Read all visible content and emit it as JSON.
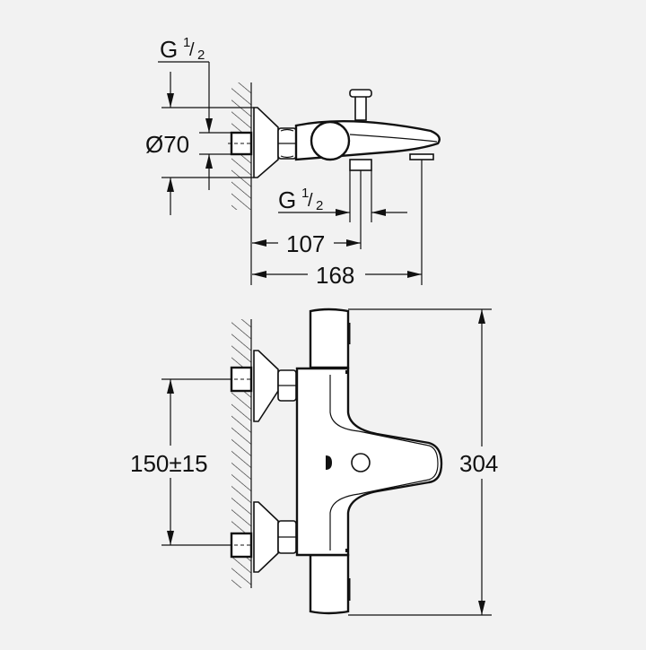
{
  "drawing": {
    "background": "#f2f2f2",
    "line_color": "#111111",
    "side_view": {
      "labels": {
        "inlet_thread_top": {
          "main": "G",
          "num": "1",
          "slash": "/",
          "den": "2"
        },
        "diameter": "Ø70",
        "outlet_thread": {
          "main": "G",
          "num": "1",
          "slash": "/",
          "den": "2"
        },
        "depth_to_outlet": "107",
        "total_depth": "168"
      }
    },
    "front_view": {
      "labels": {
        "inlet_spacing": "150±15",
        "total_width": "304"
      }
    }
  }
}
